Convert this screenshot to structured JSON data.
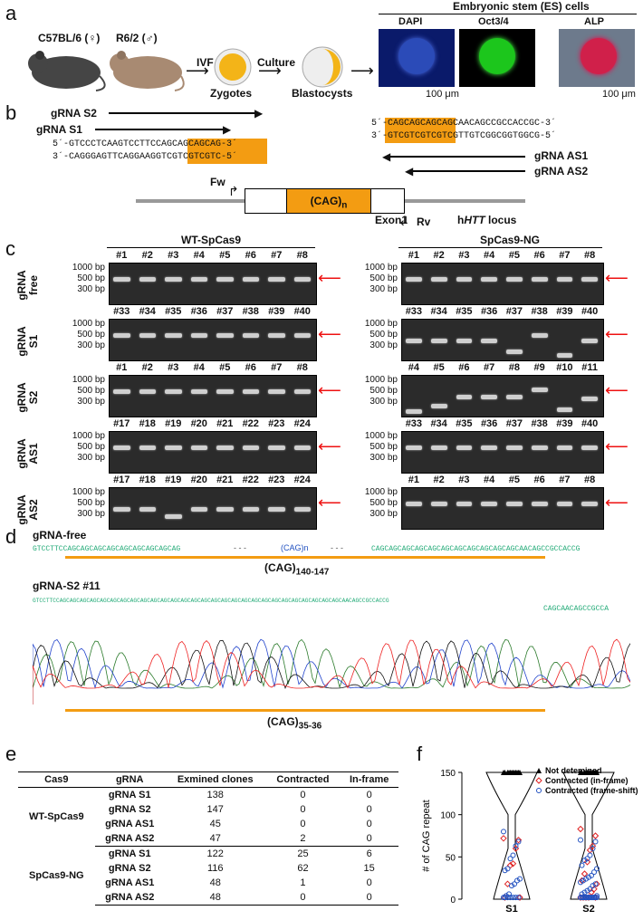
{
  "panel_labels": {
    "a": "a",
    "b": "b",
    "c": "c",
    "d": "d",
    "e": "e",
    "f": "f"
  },
  "a": {
    "mouse1": "C57BL/6 (♀)",
    "mouse2": "R6/2 (♂)",
    "ivf": "IVF",
    "culture": "Culture",
    "zygotes": "Zygotes",
    "blastocysts": "Blastocysts",
    "es_title": "Embryonic stem (ES) cells",
    "dapi": "DAPI",
    "oct": "Oct3/4",
    "alp": "ALP",
    "scale1": "100 μm",
    "scale2": "100 μm"
  },
  "b": {
    "s2": "gRNA S2",
    "s1": "gRNA S1",
    "as1": "gRNA AS1",
    "as2": "gRNA AS2",
    "seq_l1": "5´-GTCCCTCAAGTCCTTCCAGCAGCAGCAG-3´",
    "seq_l2": "3´-CAGGGAGTTCAGGAAGGTCGTCGTCGTC-5´",
    "seq_r1": "5´-CAGCAGCAGCAGCAACAGCCGCCACCGC-3´",
    "seq_r2": "3´-GTCGTCGTCGTCGTTGTCGGCGGTGGCG-5´",
    "fw": "Fw",
    "rv": "Rv",
    "cag": "(CAG)",
    "n": "n",
    "exon": "Exon1",
    "locus_pre": "h",
    "locus_it": "HTT",
    "locus_post": " locus"
  },
  "c": {
    "left_title": "WT-SpCas9",
    "right_title": "SpCas9-NG",
    "markers": [
      "1000 bp",
      "500 bp",
      "300 bp"
    ],
    "rows": [
      {
        "label": "gRNA free",
        "left": [
          "#1",
          "#2",
          "#3",
          "#4",
          "#5",
          "#6",
          "#7",
          "#8"
        ],
        "right": [
          "#1",
          "#2",
          "#3",
          "#4",
          "#5",
          "#6",
          "#7",
          "#8"
        ]
      },
      {
        "label": "gRNA S1",
        "left": [
          "#33",
          "#34",
          "#35",
          "#36",
          "#37",
          "#38",
          "#39",
          "#40"
        ],
        "right": [
          "#33",
          "#34",
          "#35",
          "#36",
          "#37",
          "#38",
          "#39",
          "#40"
        ]
      },
      {
        "label": "gRNA S2",
        "left": [
          "#1",
          "#2",
          "#3",
          "#4",
          "#5",
          "#6",
          "#7",
          "#8"
        ],
        "right": [
          "#4",
          "#5",
          "#6",
          "#7",
          "#8",
          "#9",
          "#10",
          "#11"
        ]
      },
      {
        "label": "gRNA AS1",
        "left": [
          "#17",
          "#18",
          "#19",
          "#20",
          "#21",
          "#22",
          "#23",
          "#24"
        ],
        "right": [
          "#33",
          "#34",
          "#35",
          "#36",
          "#37",
          "#38",
          "#39",
          "#40"
        ]
      },
      {
        "label": "gRNA AS2",
        "left": [
          "#17",
          "#18",
          "#19",
          "#20",
          "#21",
          "#22",
          "#23",
          "#24"
        ],
        "right": [
          "#1",
          "#2",
          "#3",
          "#4",
          "#5",
          "#6",
          "#7",
          "#8"
        ]
      }
    ]
  },
  "d": {
    "free_title": "gRNA-free",
    "seq_free_a": "GTCCTTCCAGCAGCAGCAGCAGCAGCAGCAGCAG",
    "dash1": "- - -",
    "cagn": "(CAG)n",
    "dash2": "- - -",
    "seq_free_b": "CAGCAGCAGCAGCAGCAGCAGCAGCAGCAGCAGCAACAGCCGCCACCG",
    "free_rep": "(CAG)",
    "free_rep_sub": "140-147",
    "s2_title": "gRNA-S2 #11",
    "seq_s2_1": "GTCCTTCCAGCAGCAGCAGCAGCAGCAGCAGCAGCAGCAGCAGCAGCAGCAGCAGCAGCAGCAGCAGCAGCAGCAGCAGCAGCAGCAGCAGCAACAGCCGCCACCG",
    "seq_s2_2": "CAGCAACAGCCGCCA",
    "s2_rep": "(CAG)",
    "s2_rep_sub": "35-36"
  },
  "e": {
    "headers": [
      "Cas9",
      "gRNA",
      "Exmined clones",
      "Contracted",
      "In-frame"
    ],
    "groups": [
      {
        "cas9": "WT-SpCas9",
        "rows": [
          [
            "gRNA S1",
            "138",
            "0",
            "0"
          ],
          [
            "gRNA S2",
            "147",
            "0",
            "0"
          ],
          [
            "gRNA AS1",
            "45",
            "0",
            "0"
          ],
          [
            "gRNA AS2",
            "47",
            "2",
            "0"
          ]
        ]
      },
      {
        "cas9": "SpCas9-NG",
        "rows": [
          [
            "gRNA S1",
            "122",
            "25",
            "6"
          ],
          [
            "gRNA S2",
            "116",
            "62",
            "15"
          ],
          [
            "gRNA AS1",
            "48",
            "1",
            "0"
          ],
          [
            "gRNA AS2",
            "48",
            "0",
            "0"
          ]
        ]
      }
    ]
  },
  "chart_data": {
    "type": "scatter",
    "xlabel": "",
    "ylabel": "# of CAG repeat",
    "categories": [
      "S1",
      "S2"
    ],
    "ylim": [
      0,
      150
    ],
    "yticks": [
      0,
      50,
      100,
      150
    ],
    "legend": [
      "Not detemined",
      "Contracted (in-frame)",
      "Contracted (frame-shift)"
    ],
    "legend_position": "top-right",
    "series": [
      {
        "name": "Not detemined",
        "color": "#000000",
        "marker": "triangle",
        "points": {
          "S1": [
            150,
            150,
            150,
            150,
            150,
            150,
            150,
            150,
            150,
            150,
            150,
            150
          ],
          "S2": [
            150,
            150,
            150,
            150,
            150,
            150,
            150,
            150,
            150,
            150,
            150,
            150
          ]
        }
      },
      {
        "name": "Contracted (in-frame)",
        "color": "#e02020",
        "marker": "diamond",
        "points": {
          "S1": [
            72,
            70,
            60,
            42,
            40,
            18,
            2,
            2
          ],
          "S2": [
            83,
            75,
            63,
            58,
            44,
            30,
            22,
            18,
            12,
            8,
            2,
            2,
            2,
            2,
            2
          ]
        }
      },
      {
        "name": "Contracted (frame-shift)",
        "color": "#2050c0",
        "marker": "circle",
        "points": {
          "S1": [
            80,
            68,
            63,
            52,
            48,
            36,
            34,
            24,
            22,
            18,
            16,
            6,
            4,
            2,
            2,
            2,
            2,
            2,
            2,
            2
          ],
          "S2": [
            70,
            68,
            60,
            52,
            48,
            46,
            40,
            36,
            32,
            28,
            26,
            24,
            22,
            20,
            18,
            16,
            12,
            10,
            8,
            6,
            4,
            2,
            2,
            2,
            2,
            2,
            2,
            2,
            2,
            2,
            2,
            2,
            2,
            2,
            2,
            2,
            2,
            2
          ]
        }
      }
    ]
  }
}
